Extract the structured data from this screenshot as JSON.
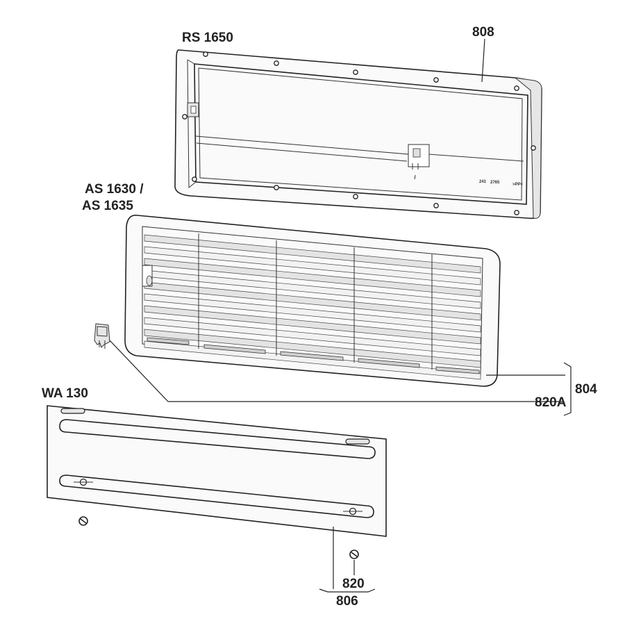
{
  "labels": {
    "rs": "RS 1650",
    "as_line1": "AS 1630 /",
    "as_line2": "AS 1635",
    "wa": "WA 130"
  },
  "callouts": {
    "frame": "808",
    "grille_group": "804",
    "clip": "820A",
    "fixing": "820",
    "cover_group": "806"
  },
  "stamps": {
    "part_no_a": "241",
    "part_no_b": "2765",
    "material": ">PP<"
  },
  "colors": {
    "line": "#222222",
    "fill": "#ffffff"
  }
}
